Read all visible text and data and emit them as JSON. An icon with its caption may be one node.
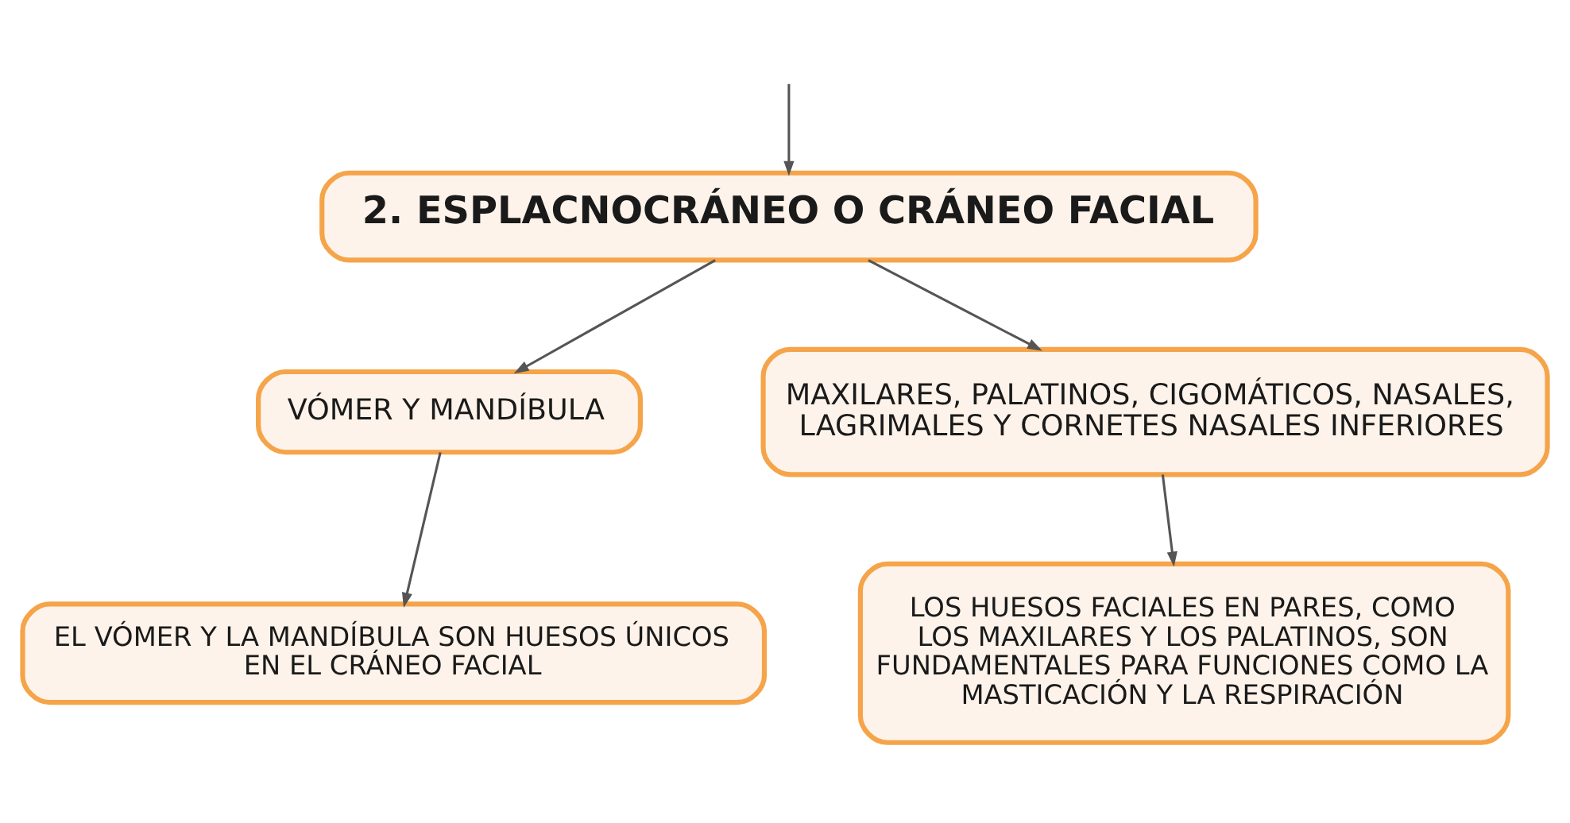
{
  "diagram": {
    "nodes": [
      {
        "text": [
          "2. ESPLACNOCRÁNEO O CRÁNEO FACIAL"
        ]
      },
      {
        "text": [
          "VÓMER Y MANDÍBULA"
        ]
      },
      {
        "text": [
          "MAXILARES, PALATINOS, CIGOMÁTICOS, NASALES, LAGRIMALES Y CORNETES NASALES INFERIORES"
        ]
      },
      {
        "text": [
          "EL VÓMER Y LA MANDÍBULA SON HUESOS ÚNICOS EN EL CRÁNEO FACIAL"
        ]
      },
      {
        "text": [
          "LOS HUESOS FACIALES EN PARES, COMO LOS MAXILARES Y LOS PALATINOS, SON FUNDAMENTALES PARA FUNCIONES COMO LA MASTICACIÓN Y LA RESPIRACIÓN"
        ]
      }
    ],
    "edges": [
      {
        "from": null,
        "to": 0,
        "arrow": "to"
      },
      {
        "from": 0,
        "to": 1,
        "arrow": "to"
      },
      {
        "from": 0,
        "to": 2,
        "arrow": "to"
      },
      {
        "from": 1,
        "to": 3,
        "arrow": "to"
      },
      {
        "from": 2,
        "to": 4,
        "arrow": "to"
      }
    ]
  }
}
